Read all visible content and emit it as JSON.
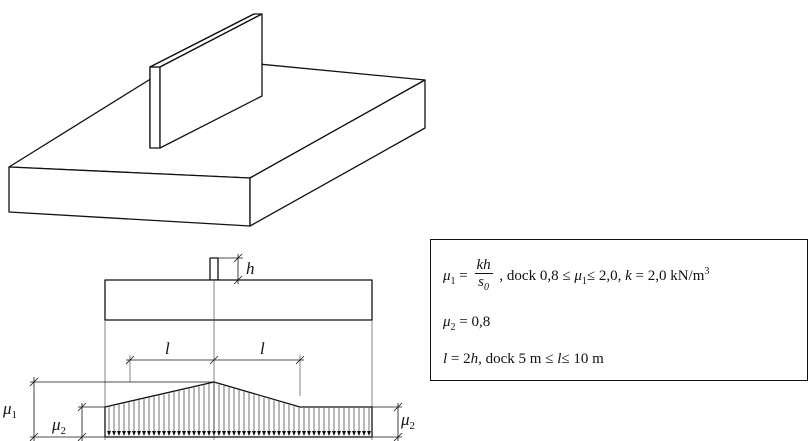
{
  "labels": {
    "h": "h",
    "l_left": "l",
    "l_right": "l",
    "mu": "μ",
    "sub1": "1",
    "sub2": "2"
  },
  "formulas": {
    "mu1": {
      "lhs": "μ",
      "lhs_sub": "1",
      "eq": " = ",
      "num": "kh",
      "den_s": "s",
      "den_sub": "0",
      "rest_a": " , dock 0,8 ≤ ",
      "rest_mu": "μ",
      "rest_mu_sub": "1",
      "rest_b": "≤ 2,0, ",
      "k": "k",
      "rest_c": " = 2,0 kN/m",
      "exp": "3"
    },
    "mu2": {
      "lhs": "μ",
      "lhs_sub": "2",
      "rest": " = 0,8"
    },
    "l": {
      "l": "l",
      "eq": " = 2",
      "h": "h",
      "rest_a": ", dock 5 m ≤ ",
      "l2": "l",
      "rest_b": "≤ 10 m"
    }
  },
  "distribution": {
    "mu1": 2.0,
    "mu2": 0.8,
    "l_over_h": 2
  }
}
